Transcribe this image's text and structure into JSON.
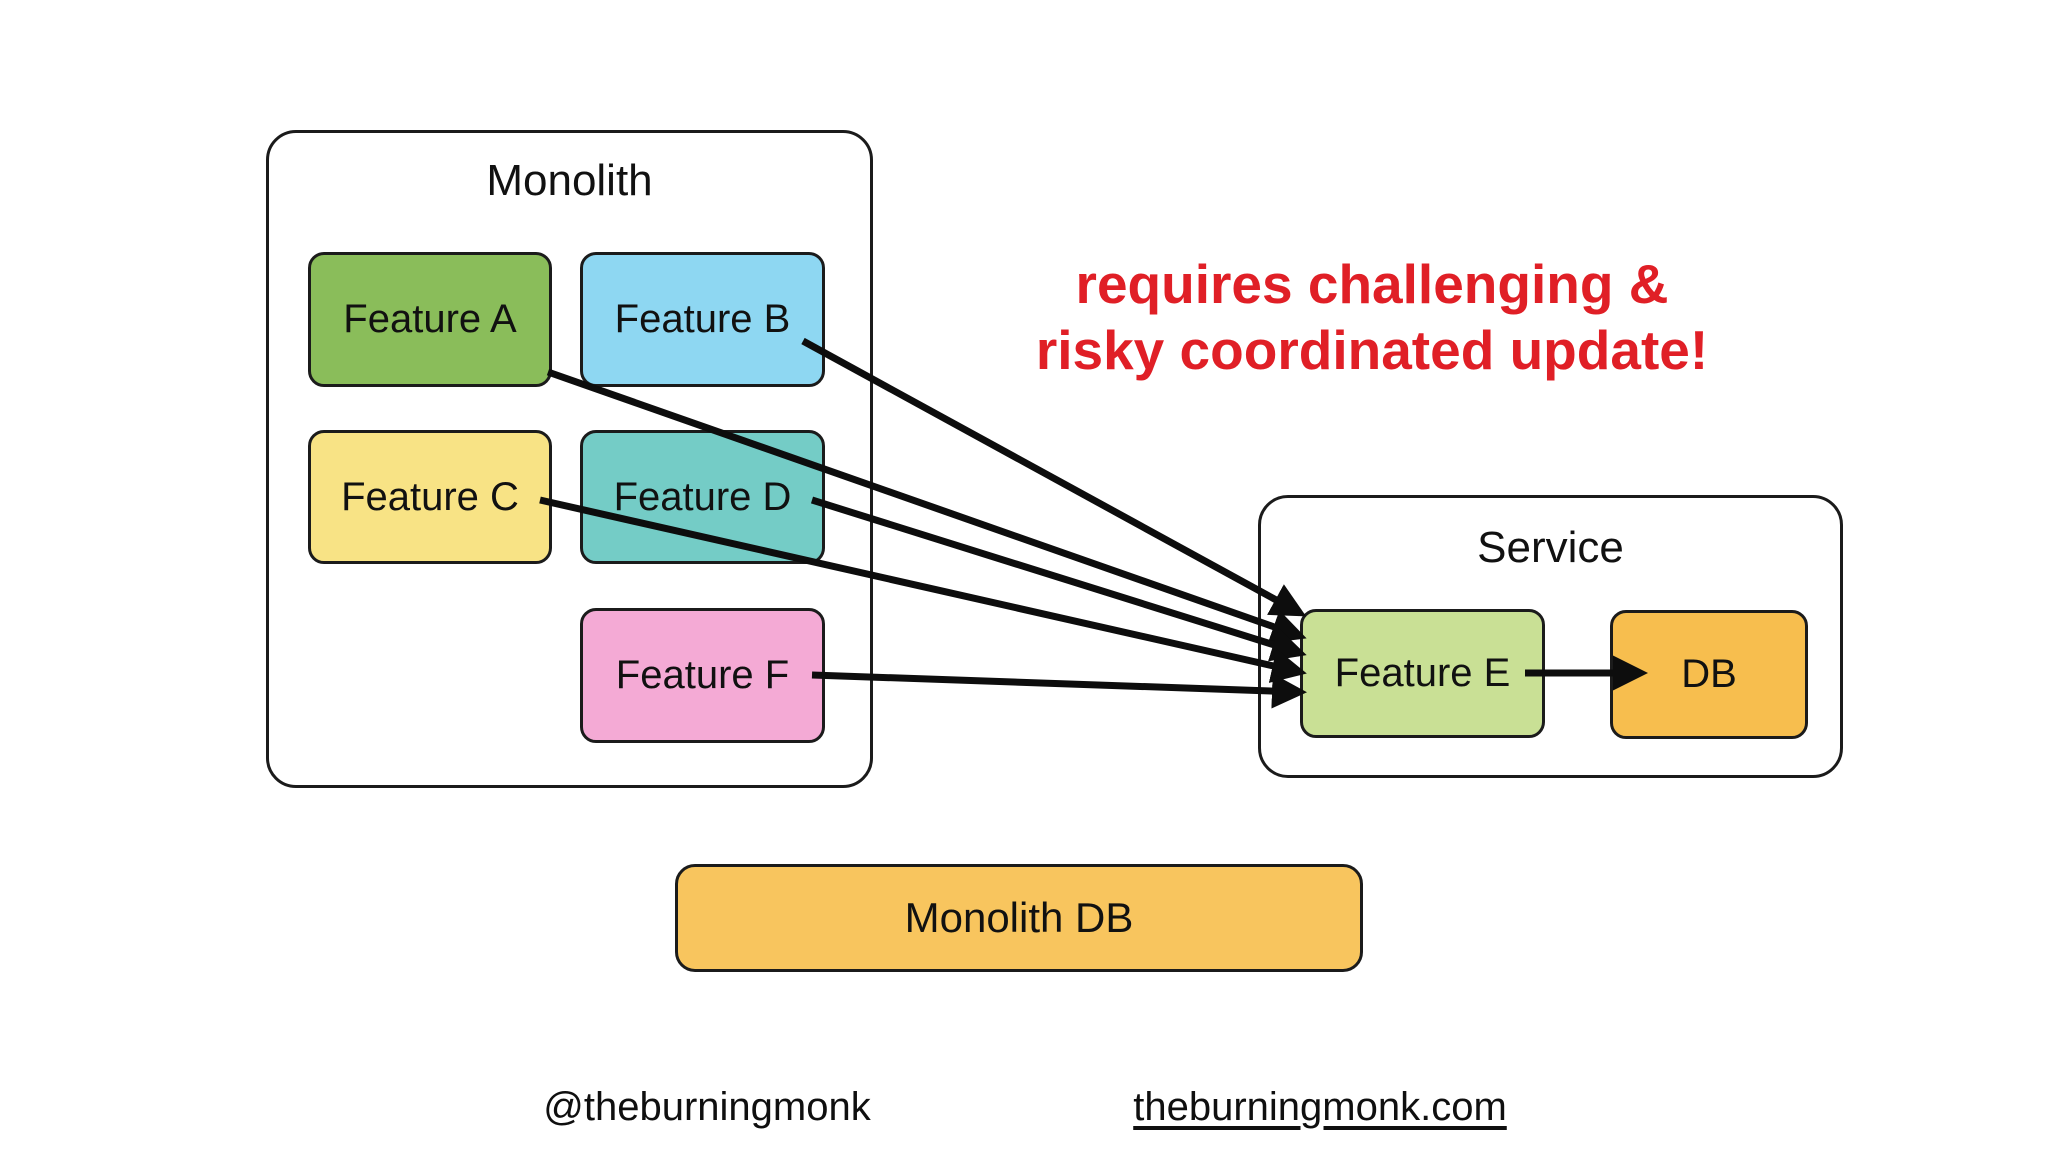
{
  "monolith": {
    "title": "Monolith",
    "features": [
      {
        "id": "A",
        "label": "Feature A"
      },
      {
        "id": "B",
        "label": "Feature B"
      },
      {
        "id": "C",
        "label": "Feature C"
      },
      {
        "id": "D",
        "label": "Feature D"
      },
      {
        "id": "F",
        "label": "Feature F"
      }
    ]
  },
  "service": {
    "title": "Service",
    "feature_label": "Feature E",
    "db_label": "DB"
  },
  "monolith_db": {
    "label": "Monolith DB"
  },
  "warning": {
    "line1": "requires challenging &",
    "line2": "risky coordinated update!"
  },
  "footer": {
    "handle": "@theburningmonk",
    "site": "theburningmonk.com"
  },
  "connections": [
    {
      "from": "Feature B",
      "to": "Feature E"
    },
    {
      "from": "Feature A",
      "to": "Feature E"
    },
    {
      "from": "Feature D",
      "to": "Feature E"
    },
    {
      "from": "Feature C",
      "to": "Feature E"
    },
    {
      "from": "Feature F",
      "to": "Feature E"
    },
    {
      "from": "Feature E",
      "to": "DB"
    }
  ],
  "colors": {
    "background": "#ffffff",
    "border": "#1b1b1b",
    "arrow": "#0d0d0d",
    "warning_text": "#e01f26",
    "feature_a": "#8abd5a",
    "feature_b": "#8ed7f2",
    "feature_c": "#f8e385",
    "feature_d": "#74ccc6",
    "feature_f": "#f4aad5",
    "feature_e": "#c9e095",
    "db_box": "#f7be4e",
    "monolith_db_box": "#f8c55e"
  }
}
